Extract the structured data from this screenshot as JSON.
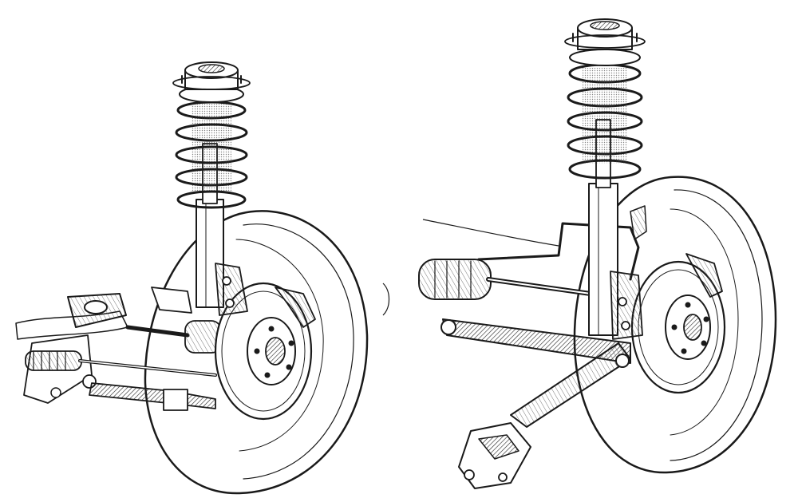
{
  "colors": {
    "ink": "#1a1a1a",
    "paper": "#ffffff",
    "shade_dark": "#3a3a3a",
    "shade_mid": "#8a8a8a",
    "shade_light": "#d4d4d4"
  },
  "assemblies": [
    {
      "id": "left",
      "kind": "macpherson-strut-front-suspension"
    },
    {
      "id": "right",
      "kind": "macpherson-strut-front-suspension"
    }
  ]
}
